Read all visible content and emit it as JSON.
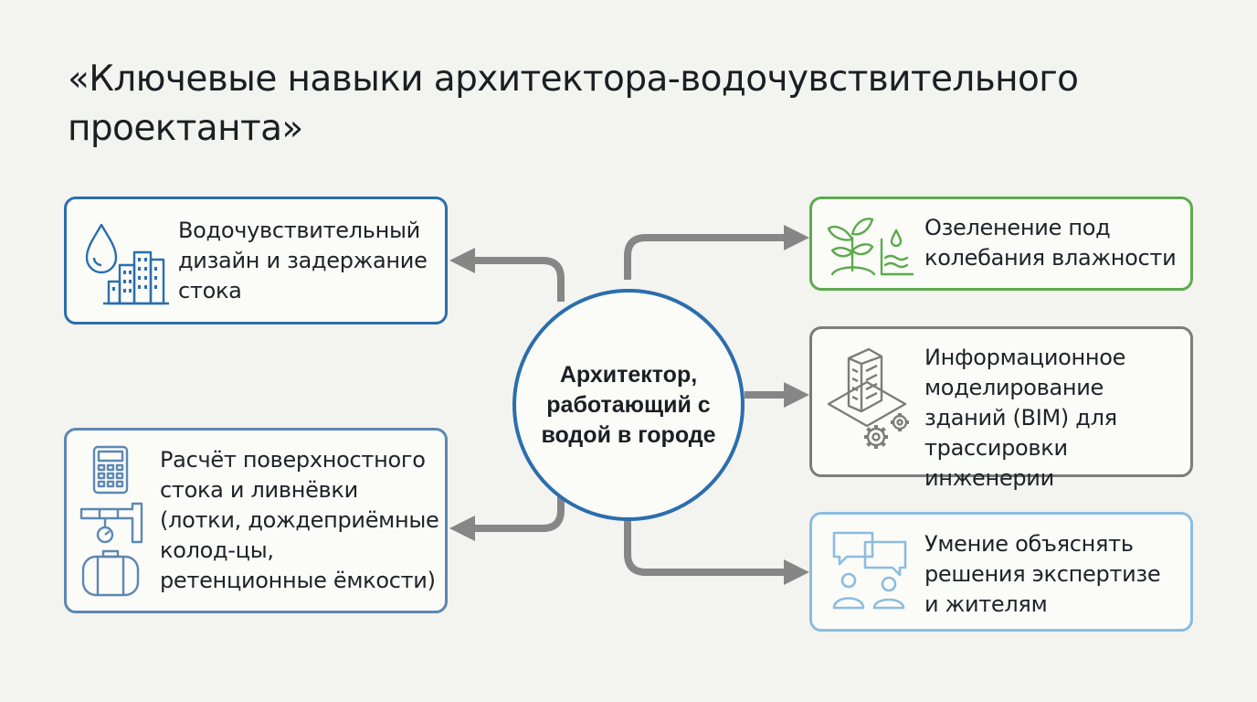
{
  "title": "«Ключевые навыки архитектора-водочувствительного проектанта»",
  "hub": {
    "label": "Архитектор, работающий с водой в городе"
  },
  "cards": {
    "stormwater": {
      "label": "Водочувствительный дизайн и задержание стока",
      "icon": "water-drop-buildings-icon",
      "color": "#2a6eae"
    },
    "runoff": {
      "label": "Расчёт поверхностного стока и ливнёвки (лотки, дождеприёмные колод-цы, ретенционные ёмкости)",
      "icon": "calculator-pipe-tank-icon",
      "color": "#5d87b4"
    },
    "greening": {
      "label": "Озеленение под колебания влажности",
      "icon": "plant-moisture-icon",
      "color": "#5caa4c"
    },
    "bim": {
      "label": "Информационное моделирование зданий (BIM) для трассировки инженерии",
      "icon": "building-gears-icon",
      "color": "#7c7c7c"
    },
    "communicate": {
      "label": "Умение объяснять решения экспертизе и жителям",
      "icon": "speech-people-icon",
      "color": "#8bbde2"
    }
  },
  "colors": {
    "connector": "#868686",
    "hub_border": "#2a6eae"
  }
}
